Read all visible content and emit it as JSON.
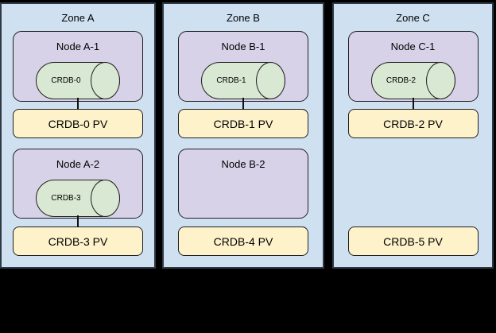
{
  "diagram": {
    "background_color": "#000000",
    "colors": {
      "zone_fill": "#cfe0f1",
      "node_fill": "#d8d2e8",
      "database_fill": "#d9e8d2",
      "pv_fill": "#fef2cb"
    },
    "zones": [
      {
        "label": "Zone A",
        "rows": [
          {
            "node": {
              "label": "Node A-1",
              "db": "CRDB-0"
            },
            "pv": "CRDB-0 PV"
          },
          {
            "node": {
              "label": "Node A-2",
              "db": "CRDB-3"
            },
            "pv": "CRDB-3 PV"
          }
        ]
      },
      {
        "label": "Zone B",
        "rows": [
          {
            "node": {
              "label": "Node B-1",
              "db": "CRDB-1"
            },
            "pv": "CRDB-1 PV"
          },
          {
            "node": {
              "label": "Node B-2"
            },
            "pv": "CRDB-4 PV"
          }
        ]
      },
      {
        "label": "Zone C",
        "rows": [
          {
            "node": {
              "label": "Node C-1",
              "db": "CRDB-2"
            },
            "pv": "CRDB-2 PV"
          },
          {
            "pv": "CRDB-5 PV"
          }
        ]
      }
    ]
  }
}
